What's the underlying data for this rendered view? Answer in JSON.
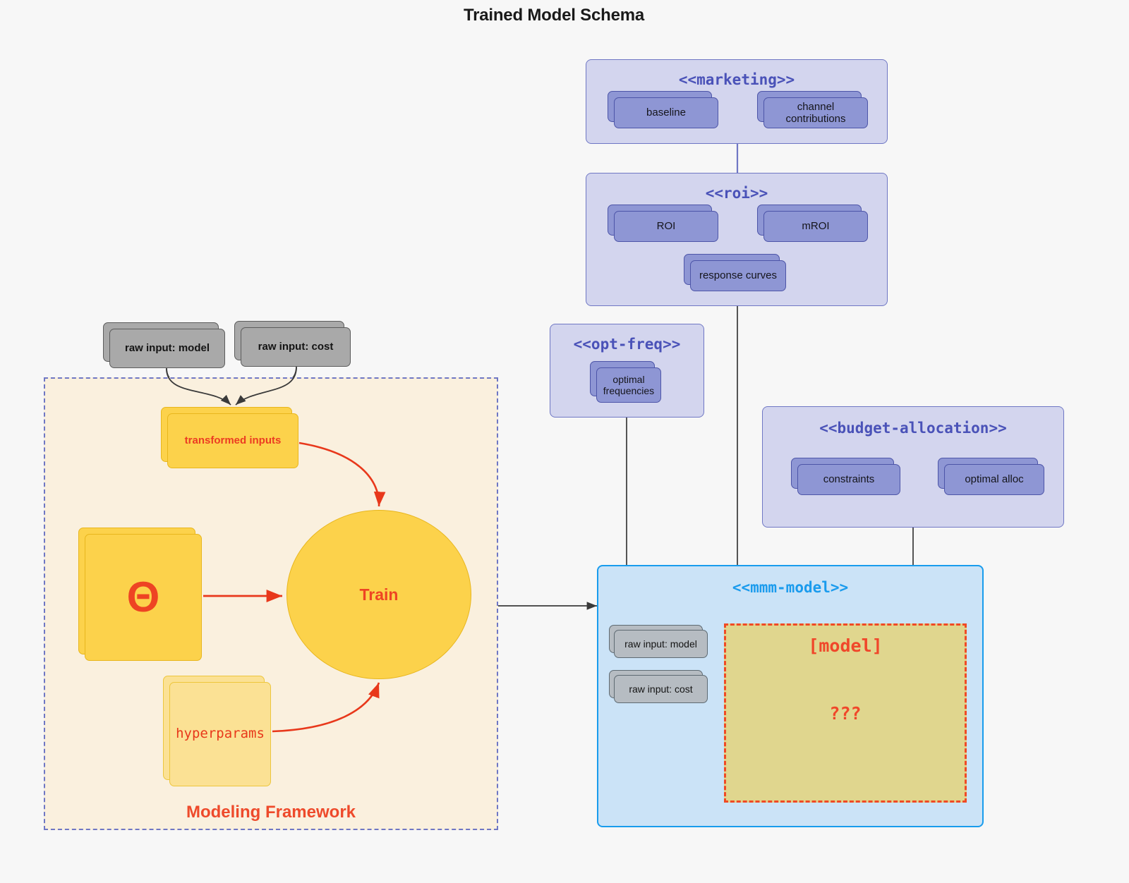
{
  "title": "Trained Model Schema",
  "colors": {
    "background": "#f7f7f7",
    "package_purple_fill": "#d3d5ee",
    "package_purple_border": "#6f77c4",
    "package_purple_title": "#4a52b8",
    "node_purple_fill": "#8e96d4",
    "node_purple_border": "#4d55a8",
    "package_blue_fill": "#cbe3f7",
    "package_blue_border": "#199ced",
    "package_blue_title": "#1a9bed",
    "node_gray_fill": "#a9a9a9",
    "node_gray_border": "#5c5c5c",
    "framework_fill": "#faf0de",
    "framework_border": "#6f77c4",
    "accent_red": "#ee4a2b",
    "node_yellow_fill": "#fcd24b",
    "node_yellow_border": "#e8b61d",
    "node_yellow_soft_fill": "#fbe194",
    "model_box_fill": "#e0d68e",
    "model_box_border": "#f04a25"
  },
  "packages": {
    "marketing": {
      "title": "<<marketing>>",
      "nodes": [
        {
          "label": "baseline"
        },
        {
          "label": "channel contributions"
        }
      ]
    },
    "roi": {
      "title": "<<roi>>",
      "nodes": [
        {
          "label": "ROI"
        },
        {
          "label": "mROI"
        },
        {
          "label": "response curves"
        }
      ]
    },
    "opt_freq": {
      "title": "<<opt-freq>>",
      "nodes": [
        {
          "label": "optimal\nfrequencies",
          "line1": "optimal",
          "line2": "frequencies"
        }
      ]
    },
    "budget_allocation": {
      "title": "<<budget-allocation>>",
      "nodes": [
        {
          "label": "constraints"
        },
        {
          "label": "optimal alloc"
        }
      ]
    },
    "mmm_model": {
      "title": "<<mmm-model>>",
      "inputs": [
        {
          "label": "raw input: model"
        },
        {
          "label": "raw input: cost"
        }
      ],
      "model_box": {
        "tag": "[model]",
        "unknown": "???"
      }
    }
  },
  "framework": {
    "label": "Modeling Framework",
    "raw_inputs": [
      {
        "label": "raw input: model"
      },
      {
        "label": "raw input: cost"
      }
    ],
    "transformed_inputs": {
      "label": "transformed inputs"
    },
    "theta": {
      "label": "Θ"
    },
    "hyperparams": {
      "label": "hyperparams"
    },
    "train": {
      "label": "Train"
    }
  }
}
